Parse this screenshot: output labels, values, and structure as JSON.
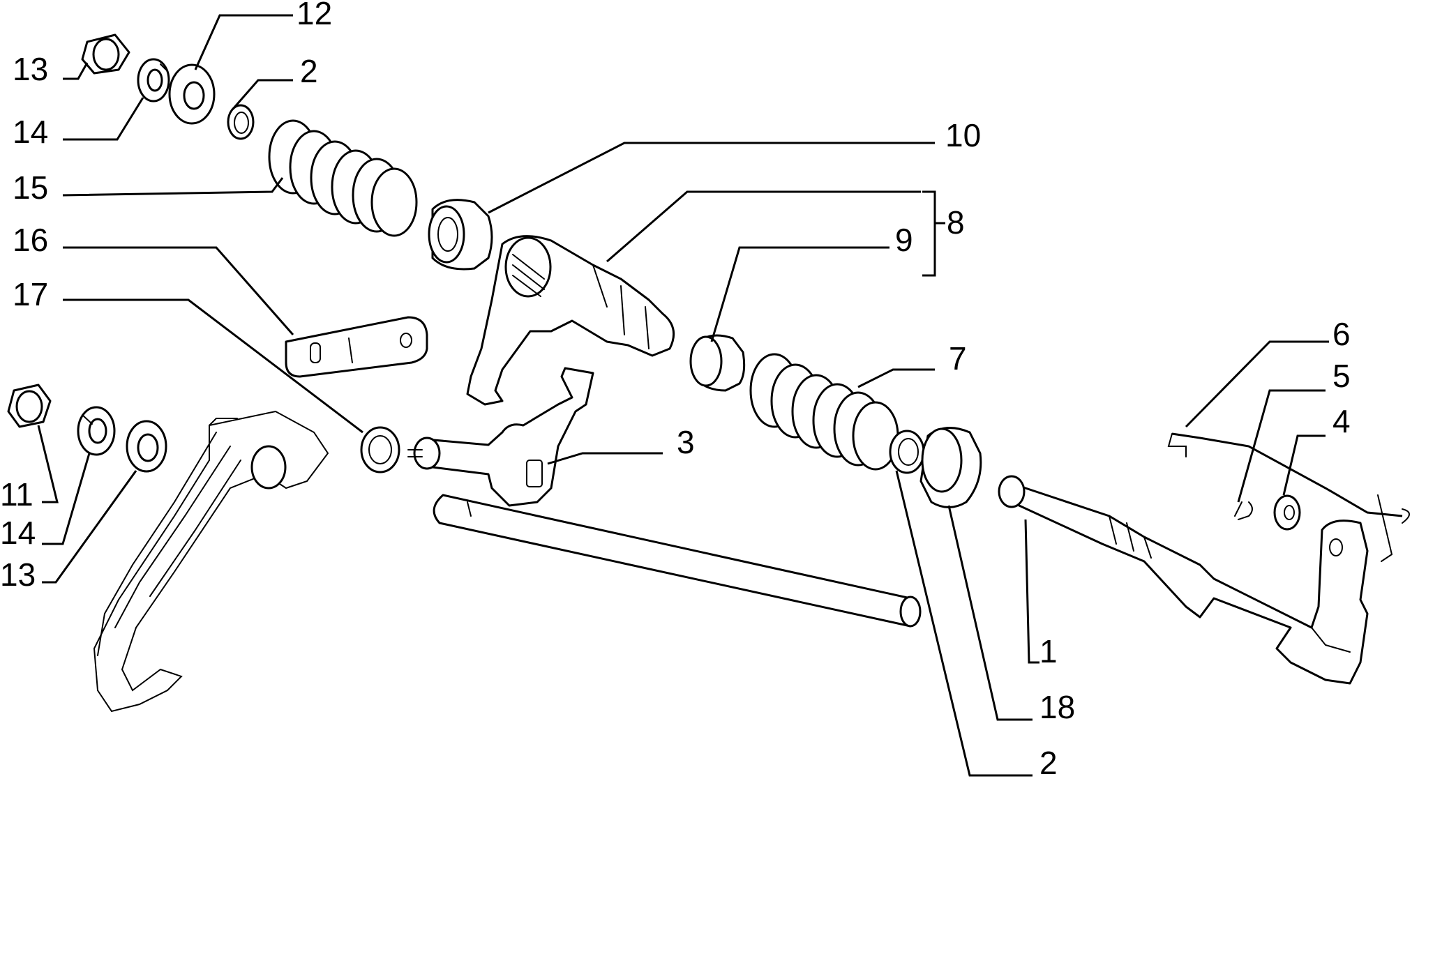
{
  "labels": {
    "c1": "1",
    "c2_top": "2",
    "c2_bottom": "2",
    "c3": "3",
    "c4": "4",
    "c5": "5",
    "c6": "6",
    "c7": "7",
    "c8": "8",
    "c9": "9",
    "c10": "10",
    "c11": "11",
    "c12": "12",
    "c13_top": "13",
    "c13_bottom": "13",
    "c14_top": "14",
    "c14_bottom": "14",
    "c15": "15",
    "c16": "16",
    "c17": "17",
    "c18": "18"
  }
}
